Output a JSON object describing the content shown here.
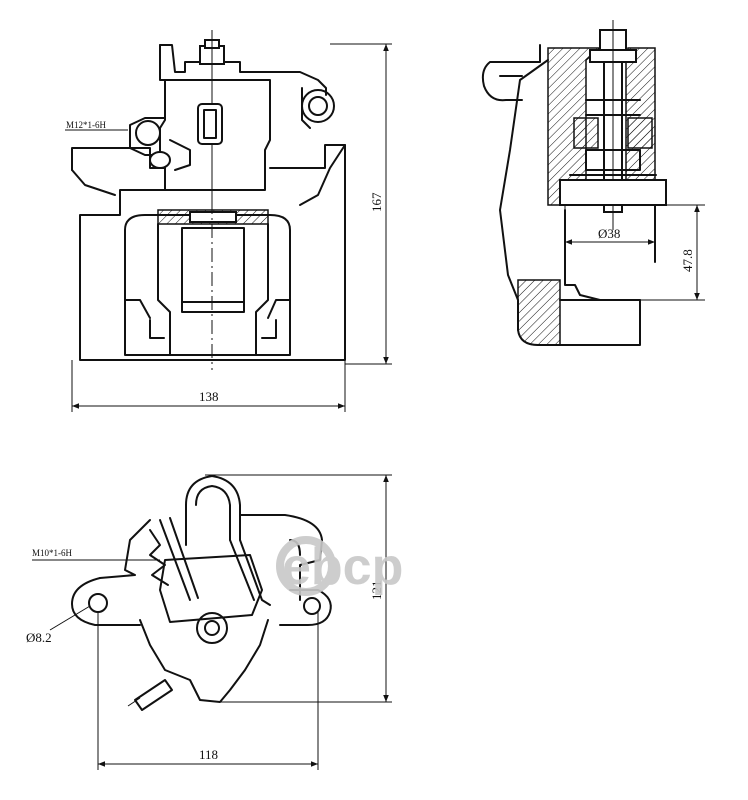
{
  "labels": {
    "front_thread": "M12*1-6H",
    "height_167": "167",
    "width_138": "138",
    "piston_dia": "Ø38",
    "offset_478": "47.8",
    "bottom_thread": "M10*1-6H",
    "hole_dia": "Ø8.2",
    "height_121": "121",
    "width_118": "118"
  },
  "watermark": "ebcp",
  "colors": {
    "line": "#111111",
    "watermark": "#c8c8c8",
    "background": "#ffffff"
  }
}
